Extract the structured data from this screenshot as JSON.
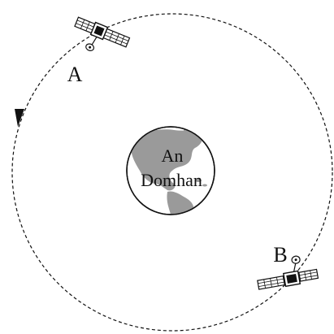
{
  "diagram": {
    "earth_label_line1": "An",
    "earth_label_line2": "Domhan",
    "satellite_a_label": "A",
    "satellite_b_label": "B",
    "orbit_direction": "counterclockwise",
    "colors": {
      "line": "#111111",
      "earth_land": "#9a9a9a",
      "earth_ocean": "#ffffff",
      "background": "#ffffff"
    }
  }
}
